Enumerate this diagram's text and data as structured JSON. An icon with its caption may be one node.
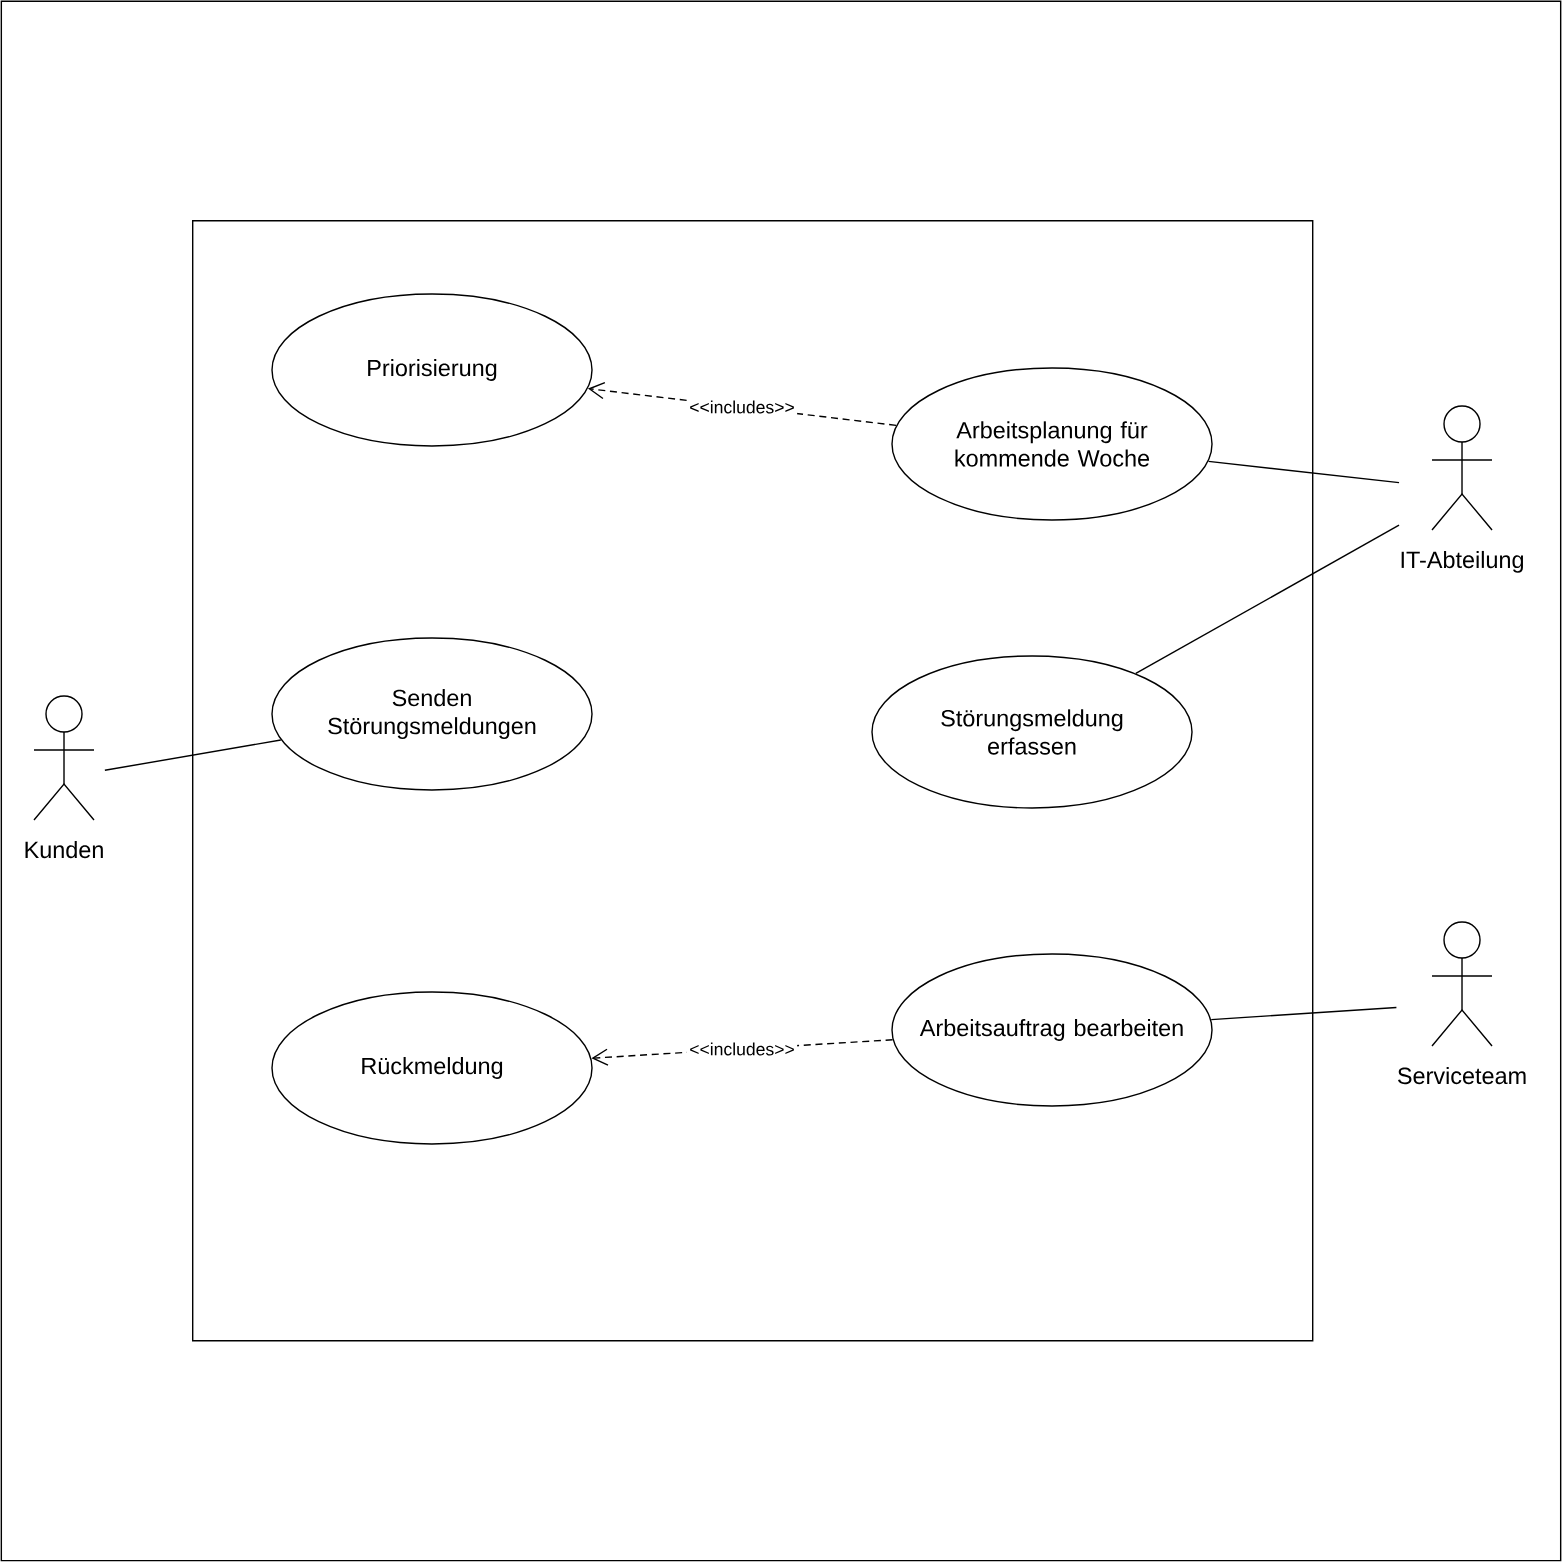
{
  "diagram": {
    "nodes": [
      {
        "text": [],
        "shape": "box"
      },
      {
        "text": [
          "Priorisierung"
        ],
        "in": 0
      },
      {
        "text": [
          "Arbeitsplanung für kommende Woche"
        ],
        "in": 0
      },
      {
        "text": [
          "Senden Störungsmeldungen"
        ],
        "in": 0
      },
      {
        "text": [
          "Störungsmeldung erfassen"
        ],
        "in": 0
      },
      {
        "text": [
          "Rückmeldung"
        ],
        "in": 0
      },
      {
        "text": [
          "Arbeitsauftrag bearbeiten"
        ],
        "in": 0
      },
      {
        "text": [
          "Kunden"
        ]
      },
      {
        "text": [
          "IT-Abteilung"
        ]
      },
      {
        "text": [
          "Serviceteam"
        ]
      }
    ],
    "edges": [
      {
        "from": 2,
        "to": 1,
        "arrow": "to",
        "style": "dashed",
        "label": "<<includes>>"
      },
      {
        "from": 2,
        "to": 8,
        "arrow": "none"
      },
      {
        "from": 4,
        "to": 8,
        "arrow": "none"
      },
      {
        "from": 7,
        "to": 3,
        "arrow": "none"
      },
      {
        "from": 6,
        "to": 5,
        "arrow": "to",
        "style": "dashed",
        "label": "<<includes>>"
      },
      {
        "from": 6,
        "to": 9,
        "arrow": "none"
      }
    ]
  }
}
